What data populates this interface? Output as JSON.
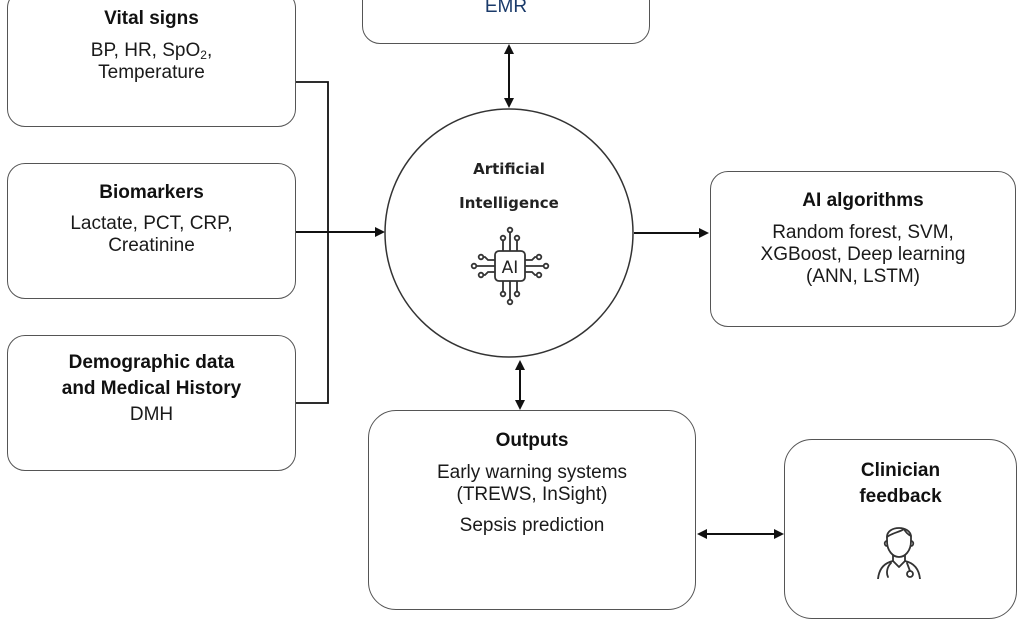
{
  "diagram": {
    "center": {
      "title_line1": "Artificial",
      "title_line2": "Intelligence",
      "icon_label": "AI"
    },
    "emr": {
      "title": "EMR"
    },
    "vital_signs": {
      "title": "Vital signs",
      "line1_prefix": "BP, HR, SpO",
      "line1_sub": "2",
      "line1_suffix": ",",
      "line2": "Temperature"
    },
    "biomarkers": {
      "title": "Biomarkers",
      "line1": "Lactate, PCT, CRP,",
      "line2": "Creatinine"
    },
    "demographic": {
      "title_line1": "Demographic data",
      "title_line2": "and Medical History",
      "body": "DMH"
    },
    "ai_algorithms": {
      "title": "AI algorithms",
      "line1": "Random forest, SVM,",
      "line2": "XGBoost, Deep learning",
      "line3": "(ANN, LSTM)"
    },
    "outputs": {
      "title": "Outputs",
      "line1": "Early warning systems",
      "line2": "(TREWS, InSight)",
      "line3": "Sepsis prediction"
    },
    "clinician": {
      "title_line1": "Clinician",
      "title_line2": "feedback"
    },
    "connections": [
      {
        "from": "emr",
        "to": "center",
        "type": "bidirectional"
      },
      {
        "from": "vital_signs",
        "to": "center",
        "type": "merge"
      },
      {
        "from": "biomarkers",
        "to": "center",
        "type": "arrow"
      },
      {
        "from": "demographic",
        "to": "center",
        "type": "merge"
      },
      {
        "from": "center",
        "to": "ai_algorithms",
        "type": "arrow"
      },
      {
        "from": "center",
        "to": "outputs",
        "type": "bidirectional"
      },
      {
        "from": "outputs",
        "to": "clinician",
        "type": "bidirectional"
      }
    ]
  }
}
